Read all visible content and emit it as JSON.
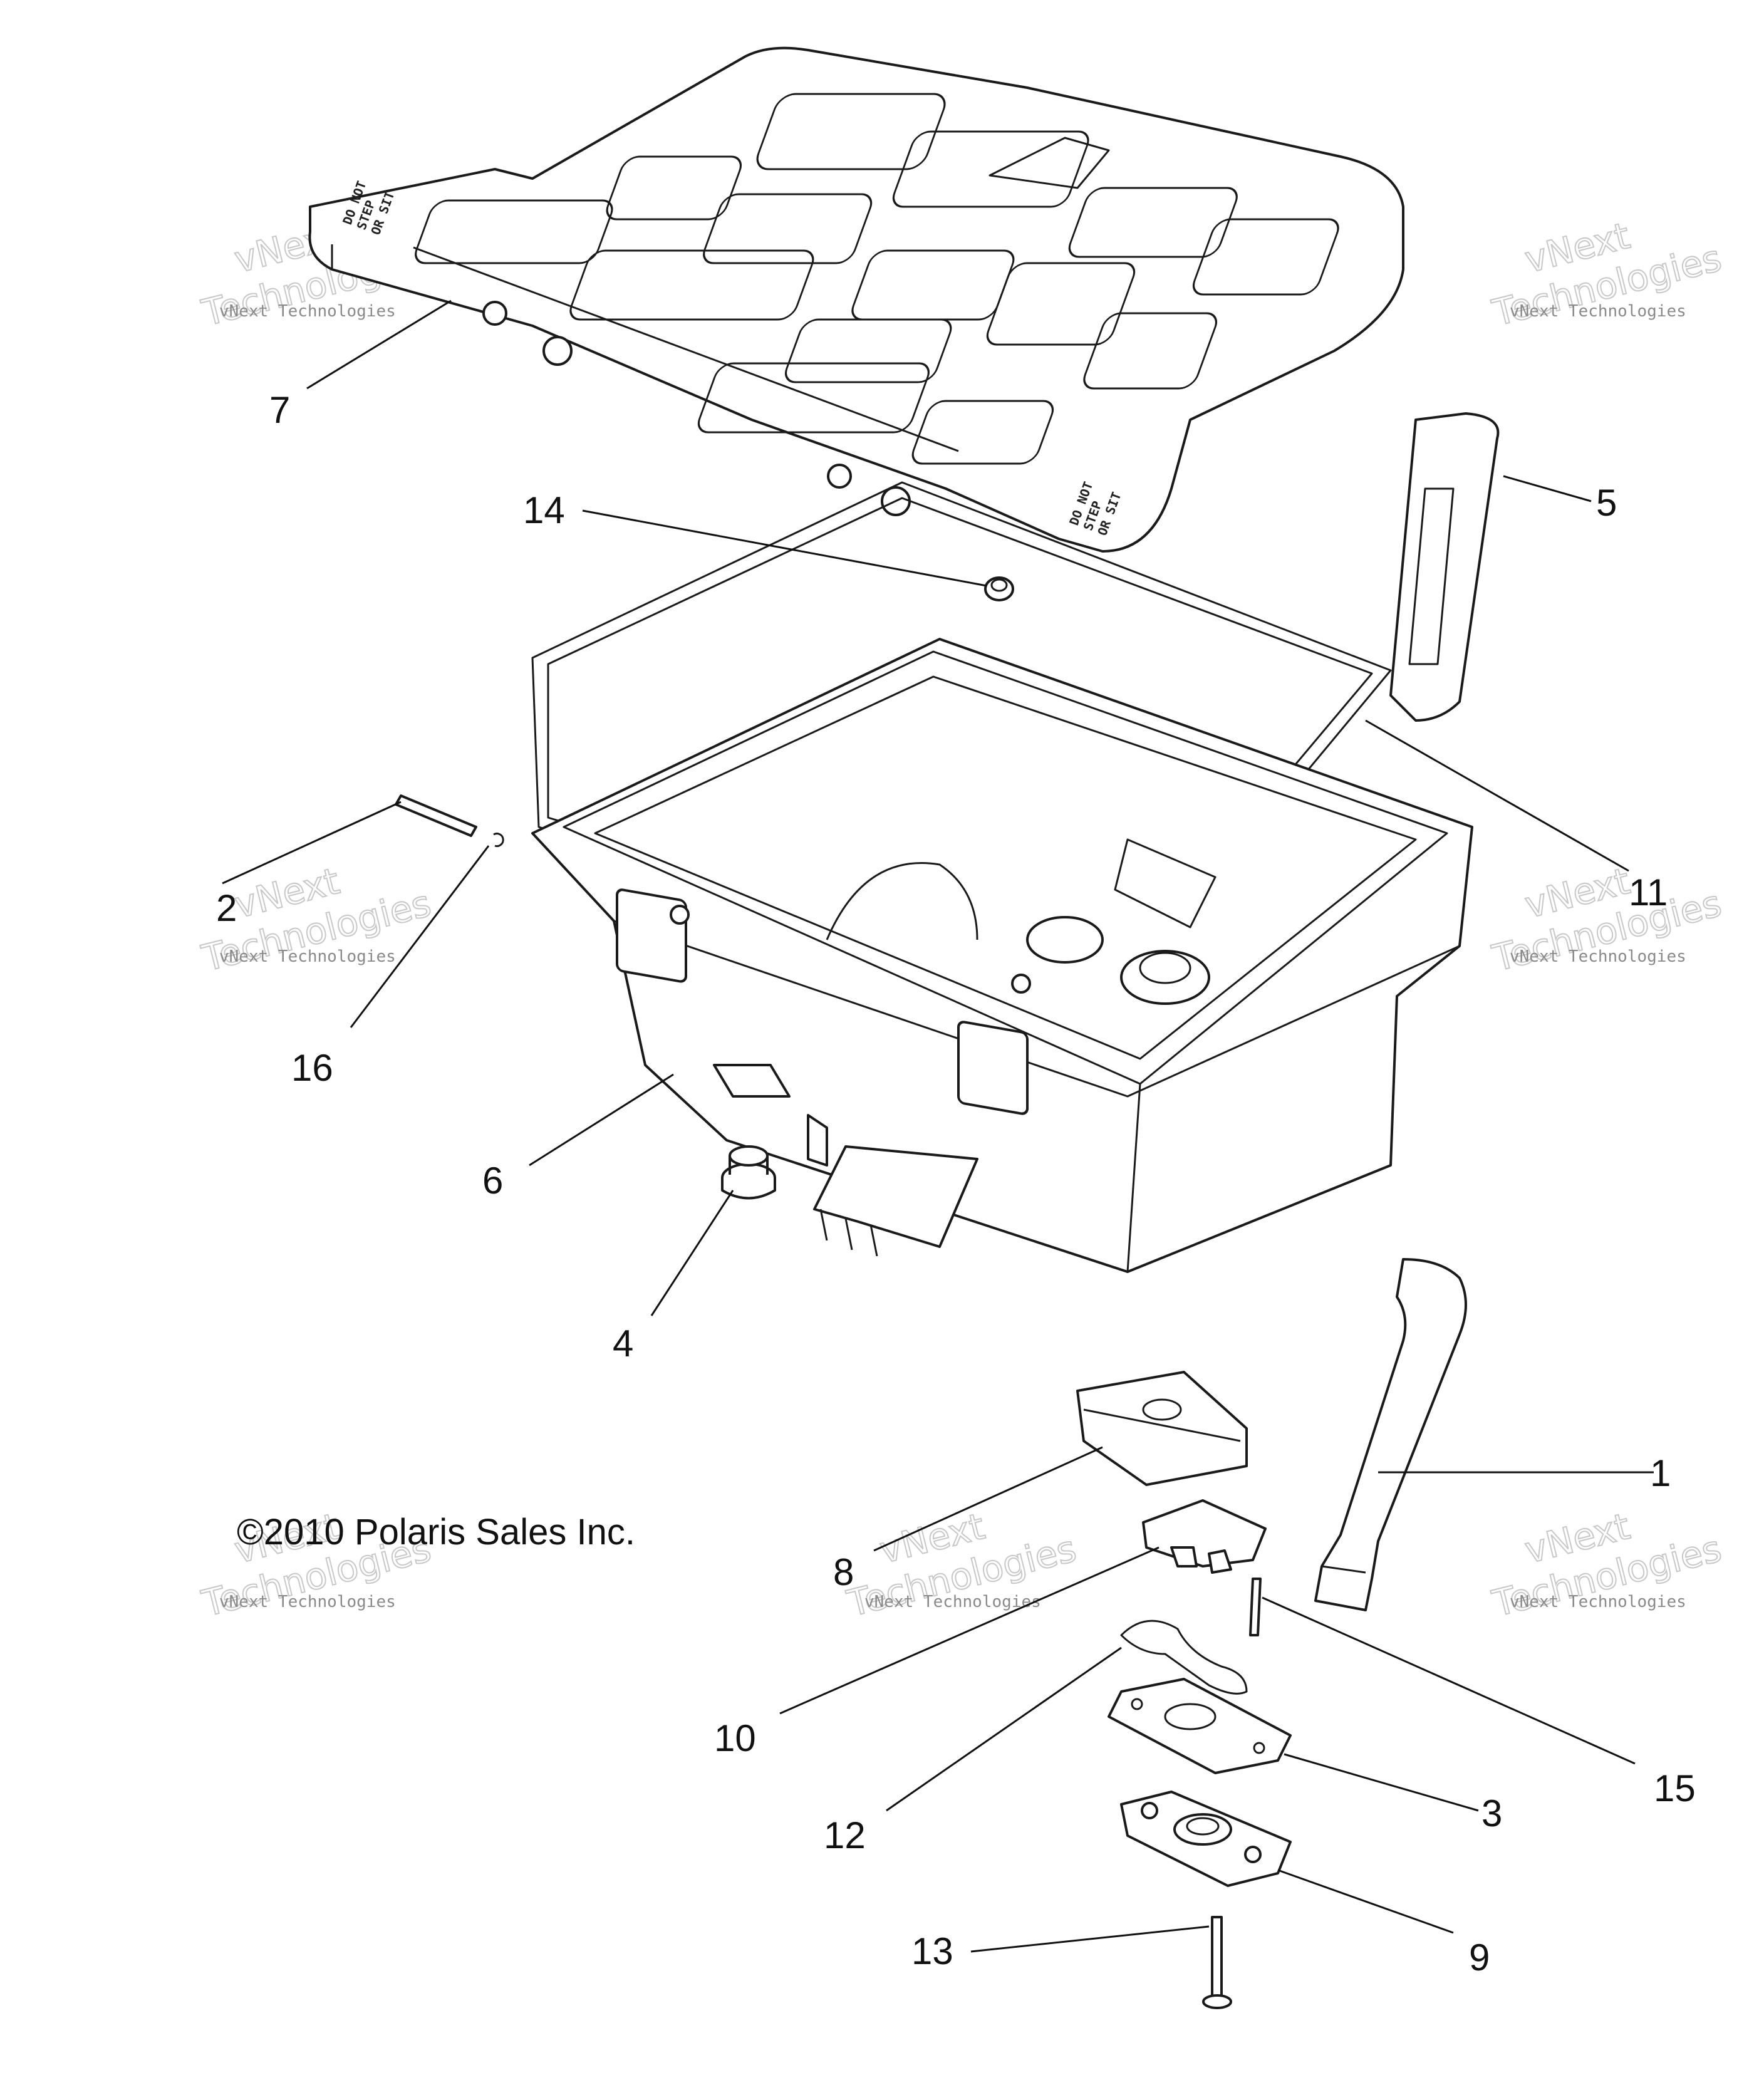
{
  "copyright": "©2010 Polaris Sales Inc.",
  "watermark": {
    "line1": "vNext",
    "line2": "Technologies",
    "caption": "vNext Technologies"
  },
  "lid_stamp": [
    "DO NOT",
    "STEP",
    "OR SIT"
  ],
  "callouts": [
    "1",
    "2",
    "3",
    "4",
    "5",
    "6",
    "7",
    "8",
    "9",
    "10",
    "11",
    "12",
    "13",
    "14",
    "15",
    "16"
  ],
  "colors": {
    "line": "#1a1a1a",
    "watermark": "#c8c8c8"
  }
}
